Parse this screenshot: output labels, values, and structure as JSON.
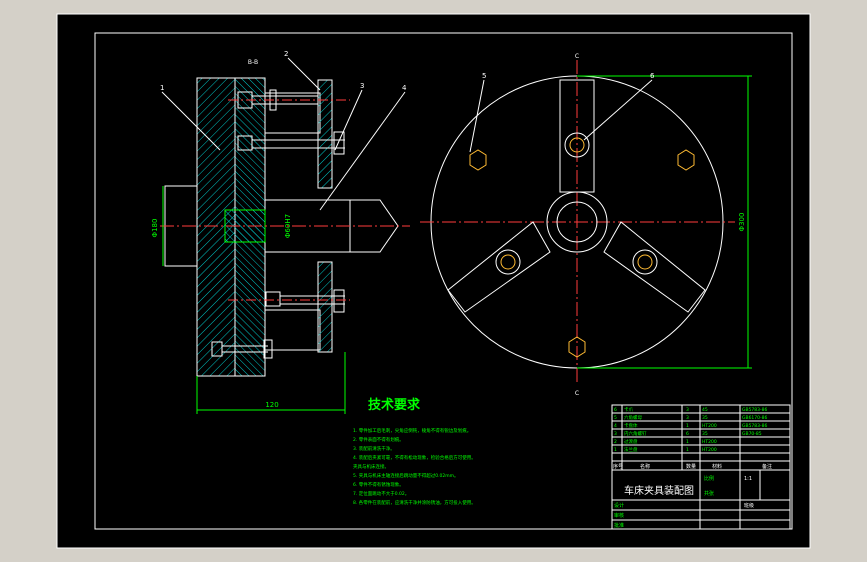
{
  "colors": {
    "background": "#d4d0c8",
    "sheet": "#000000",
    "line": "#ffffff",
    "dimension": "#00ff00",
    "centerline": "#ff3b3b",
    "hatch": "#00c8c8",
    "note_text": "#00ff00",
    "label": "#ffffff"
  },
  "drawing": {
    "section_mark": "B-B",
    "part_balloons": [
      "1",
      "2",
      "3",
      "4",
      "5",
      "6"
    ],
    "dimension_left": "Φ180",
    "dimension_inner": "Φ60H7",
    "dimension_bottom": "120",
    "dimension_right": "Φ300",
    "view_marks": [
      "C",
      "C"
    ],
    "tech_requirements": {
      "title": "技术要求",
      "lines": [
        "1. 零件加工后毛刺，尖角应倒钝，棱角不得有锐边及划痕。",
        "2. 零件表面不得有划痕。",
        "3. 装配前清洗干净。",
        "4. 装配后夹紧可靠，不得有松动现象，检验合格后方可使用。",
        "   夹具与机床连接。",
        "5. 夹具与机床主轴连接后跳动量不得超过0.02mm。",
        "6. 零件不得有锈蚀现象。",
        "7. 定位面跳动不大于0.02。",
        "8. 各零件在装配前，应清洗干净并涂防锈油，方可投入使用。"
      ]
    }
  },
  "title_block": {
    "parts": [
      {
        "no": "6",
        "name": "卡爪",
        "qty": "3",
        "material": "45",
        "standard": "GB5783-86"
      },
      {
        "no": "5",
        "name": "六角螺母",
        "qty": "3",
        "material": "35",
        "standard": "GB6170-86"
      },
      {
        "no": "4",
        "name": "卡盘体",
        "qty": "1",
        "material": "HT200",
        "standard": "GB5783-86"
      },
      {
        "no": "3",
        "name": "内六角螺钉",
        "qty": "6",
        "material": "35",
        "standard": "GB70-85"
      },
      {
        "no": "2",
        "name": "过渡盘",
        "qty": "1",
        "material": "HT200",
        "standard": ""
      },
      {
        "no": "1",
        "name": "法兰盘",
        "qty": "1",
        "material": "HT200",
        "standard": ""
      }
    ],
    "header": {
      "no": "序号",
      "name": "名称",
      "qty": "数量",
      "material": "材料",
      "remark": "备注"
    },
    "title": "车床夹具装配图",
    "scale_label": "比例",
    "scale_value": "1:1",
    "sheet_label": "共张",
    "designer": "设计",
    "checker": "审核",
    "approver": "批准",
    "school": "班级"
  }
}
